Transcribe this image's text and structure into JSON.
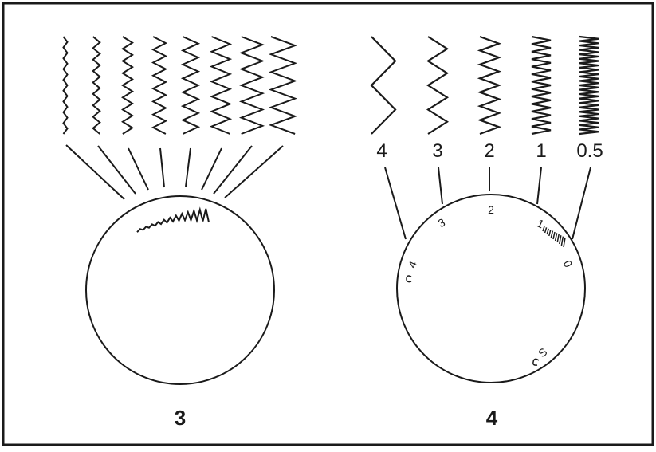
{
  "figure_3": {
    "label": "3",
    "stitch_count": 8
  },
  "figure_4": {
    "label": "4",
    "settings": [
      "4",
      "3",
      "2",
      "1",
      "0.5"
    ],
    "dial_marks": {
      "mark_4": "4",
      "mark_3": "3",
      "mark_2": "2",
      "mark_1": "1",
      "mark_0": "0",
      "mark_s": "S"
    }
  },
  "colors": {
    "ink": "#1a1a1a",
    "background": "#ffffff"
  }
}
